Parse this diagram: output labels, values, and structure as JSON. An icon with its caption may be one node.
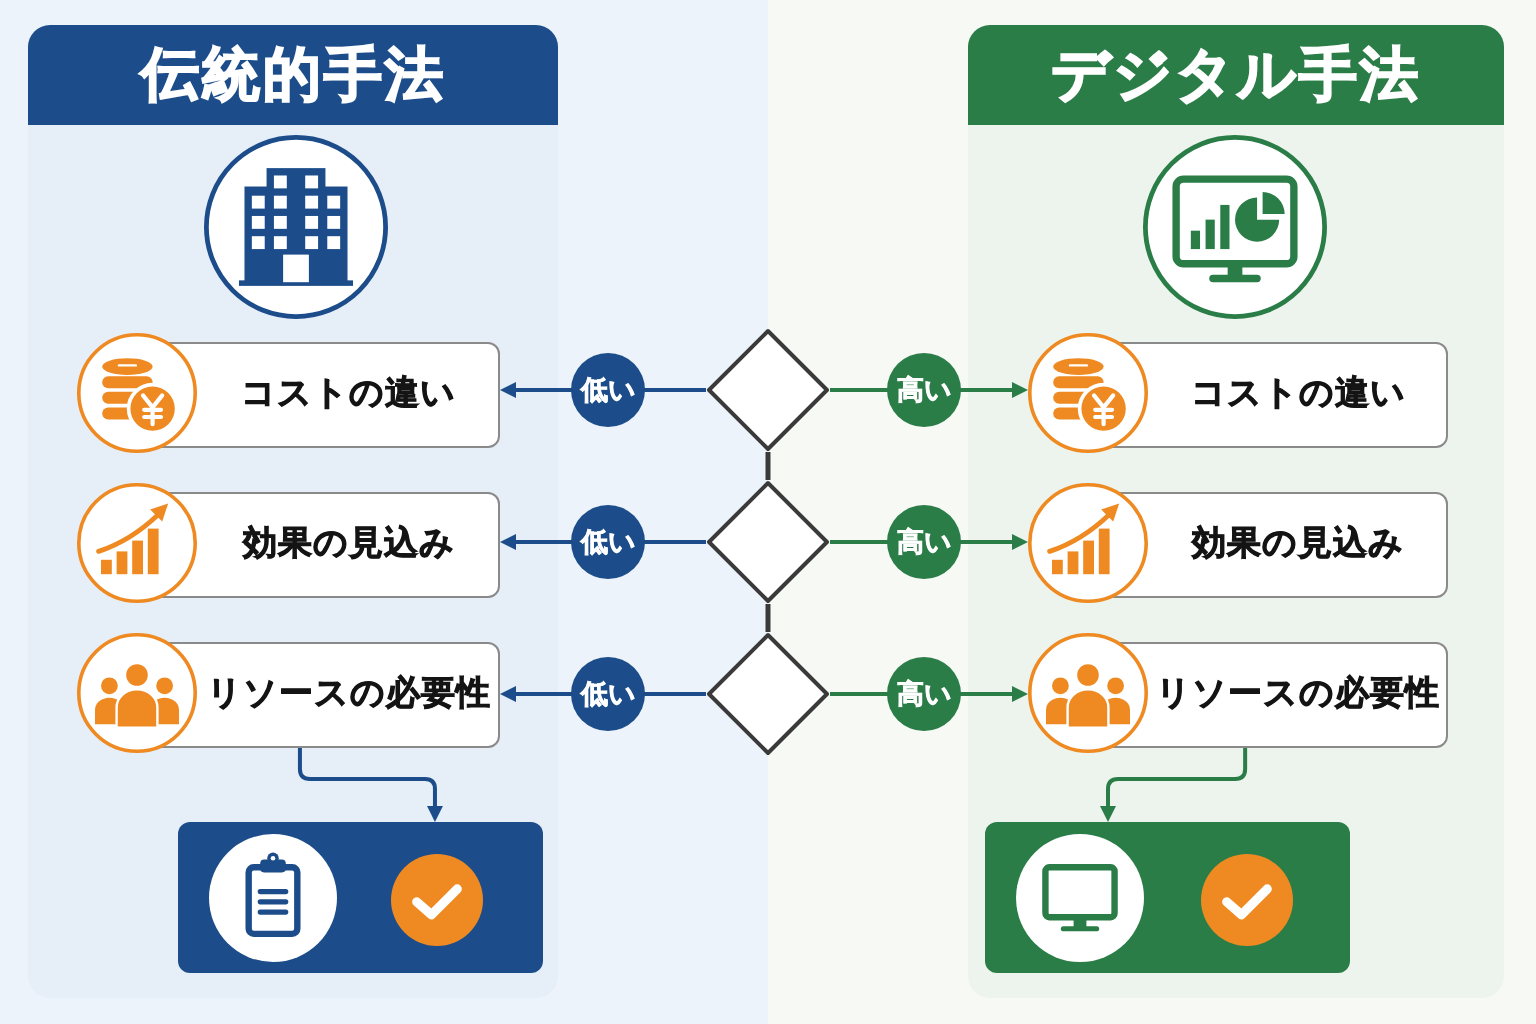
{
  "diagram": {
    "nodes": [
      {
        "text": [
          "伝統的手法"
        ]
      },
      {
        "text": [
          "コストの違い"
        ],
        "in": 0
      },
      {
        "text": [
          "効果の見込み"
        ],
        "in": 0
      },
      {
        "text": [
          "リソースの必要性"
        ],
        "in": 0
      },
      {
        "text": [],
        "shape": "box",
        "in": 0
      },
      {
        "text": [
          "デジタル手法"
        ]
      },
      {
        "text": [
          "コストの違い"
        ],
        "in": 5
      },
      {
        "text": [
          "効果の見込み"
        ],
        "in": 5
      },
      {
        "text": [
          "リソースの必要性"
        ],
        "in": 5
      },
      {
        "text": [],
        "shape": "box",
        "in": 5
      },
      {
        "text": [],
        "shape": "diamond"
      },
      {
        "text": [],
        "shape": "diamond"
      },
      {
        "text": [],
        "shape": "diamond"
      }
    ],
    "edges": [
      {
        "from": 10,
        "to": 1,
        "arrow": "to",
        "label": "低い",
        "color": "#1c4d8a"
      },
      {
        "from": 10,
        "to": 6,
        "arrow": "to",
        "label": "高い",
        "color": "#2a7d47"
      },
      {
        "from": 11,
        "to": 2,
        "arrow": "to",
        "label": "低い",
        "color": "#1c4d8a"
      },
      {
        "from": 11,
        "to": 7,
        "arrow": "to",
        "label": "高い",
        "color": "#2a7d47"
      },
      {
        "from": 12,
        "to": 3,
        "arrow": "to",
        "label": "低い",
        "color": "#1c4d8a"
      },
      {
        "from": 12,
        "to": 8,
        "arrow": "to",
        "label": "高い",
        "color": "#2a7d47"
      },
      {
        "from": 10,
        "to": 11,
        "arrow": "none",
        "color": "#3a3a3a"
      },
      {
        "from": 11,
        "to": 12,
        "arrow": "none",
        "color": "#3a3a3a"
      },
      {
        "from": 3,
        "to": 4,
        "arrow": "to",
        "color": "#1c4d8a"
      },
      {
        "from": 8,
        "to": 9,
        "arrow": "to",
        "color": "#2a7d47"
      }
    ]
  }
}
